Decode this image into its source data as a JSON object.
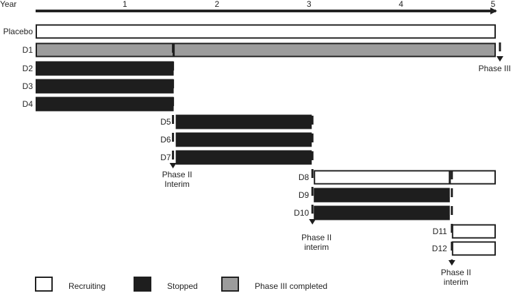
{
  "timeline": {
    "axis_label": "Year",
    "ticks": [
      {
        "year": 1,
        "label": "1"
      },
      {
        "year": 2,
        "label": "2"
      },
      {
        "year": 3,
        "label": "3"
      },
      {
        "year": 4,
        "label": "4"
      },
      {
        "year": 5,
        "label": "5"
      }
    ]
  },
  "status_colors": {
    "recruiting": "#ffffff",
    "stopped": "#1e1e1e",
    "phase3": "#9c9c9c"
  },
  "arms": [
    {
      "label": "Placebo",
      "start": 0,
      "end": 5,
      "status": "recruiting"
    },
    {
      "label": "D1",
      "start": 0,
      "end": 5,
      "status": "phase3",
      "marks": [
        1.5
      ]
    },
    {
      "label": "D2",
      "start": 0,
      "end": 1.5,
      "status": "stopped"
    },
    {
      "label": "D3",
      "start": 0,
      "end": 1.5,
      "status": "stopped"
    },
    {
      "label": "D4",
      "start": 0,
      "end": 1.5,
      "status": "stopped"
    },
    {
      "label": "D5",
      "start": 1.5,
      "end": 3,
      "status": "stopped"
    },
    {
      "label": "D6",
      "start": 1.5,
      "end": 3,
      "status": "stopped"
    },
    {
      "label": "D7",
      "start": 1.5,
      "end": 3,
      "status": "stopped"
    },
    {
      "label": "D8",
      "start": 3,
      "end": 5,
      "status": "recruiting",
      "marks": [
        4.5
      ]
    },
    {
      "label": "D9",
      "start": 3,
      "end": 4.5,
      "status": "stopped"
    },
    {
      "label": "D10",
      "start": 3,
      "end": 4.5,
      "status": "stopped"
    },
    {
      "label": "D11",
      "start": 4.5,
      "end": 5,
      "status": "recruiting"
    },
    {
      "label": "D12",
      "start": 4.5,
      "end": 5,
      "status": "recruiting"
    }
  ],
  "milestones": [
    {
      "year": 1.5,
      "lines": [
        "Phase II",
        "Interim"
      ]
    },
    {
      "year": 3,
      "lines": [
        "Phase II",
        "interim"
      ]
    },
    {
      "year": 4.5,
      "lines": [
        "Phase II",
        "interim"
      ]
    },
    {
      "year": 5,
      "lines": [
        "Phase III"
      ]
    }
  ],
  "legend": [
    {
      "status": "recruiting",
      "label": "Recruiting"
    },
    {
      "status": "stopped",
      "label": "Stopped"
    },
    {
      "status": "phase3",
      "label": "Phase III completed"
    }
  ]
}
